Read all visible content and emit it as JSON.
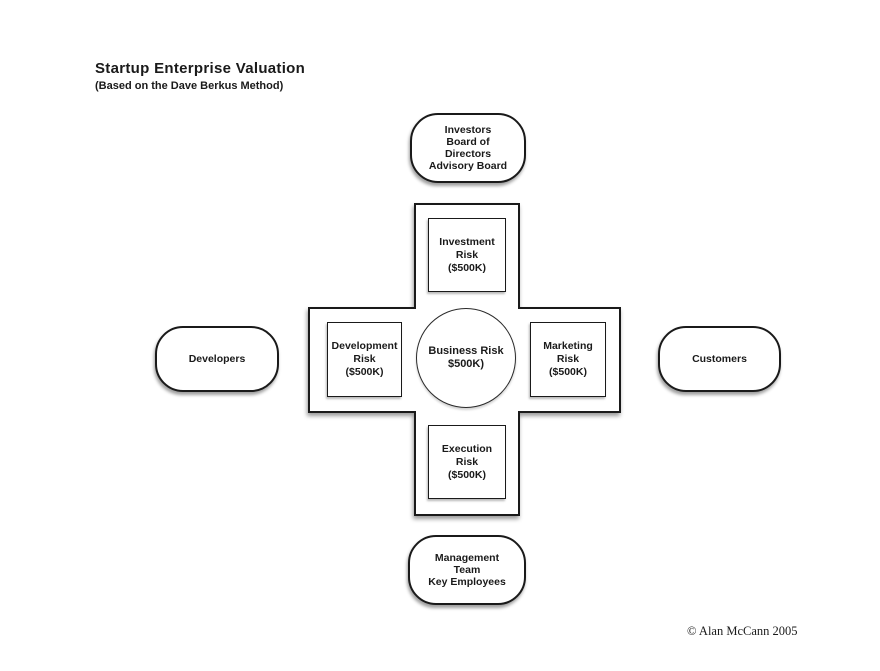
{
  "palette": {
    "ink": "#1a1a1a",
    "background": "#ffffff"
  },
  "header": {
    "title": "Startup Enterprise Valuation",
    "subtitle": "(Based on the Dave Berkus Method)"
  },
  "diagram": {
    "center_circle": {
      "label": "Business Risk\n$500K)"
    },
    "risk_boxes": {
      "top": {
        "label": "Investment\nRisk\n($500K)"
      },
      "left": {
        "label": "Development\nRisk\n($500K)"
      },
      "right": {
        "label": "Marketing\nRisk\n($500K)"
      },
      "bottom": {
        "label": "Execution\nRisk\n($500K)"
      }
    },
    "external_nodes": {
      "top": {
        "label": "Investors\nBoard of\nDirectors\nAdvisory Board"
      },
      "left": {
        "label": "Developers"
      },
      "right": {
        "label": "Customers"
      },
      "bottom": {
        "label": "Management\nTeam\nKey Employees"
      }
    }
  },
  "footer": {
    "copyright": "© Alan McCann 2005"
  }
}
